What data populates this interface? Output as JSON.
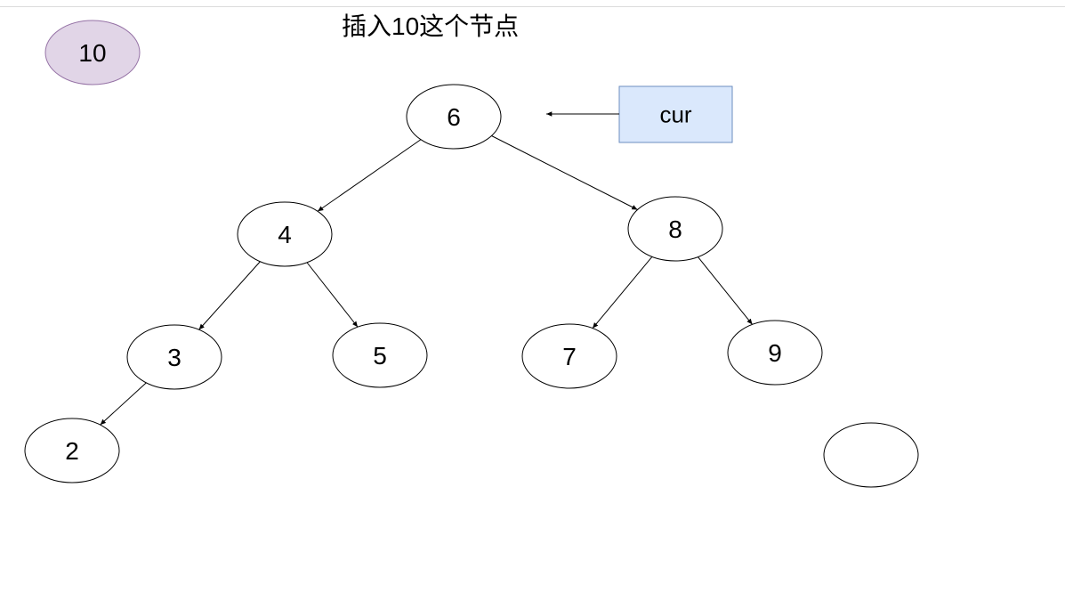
{
  "title": "插入10这个节点",
  "new_node": {
    "label": "10",
    "fill": "#e1d5e7",
    "stroke": "#9673a6"
  },
  "pointer": {
    "label": "cur",
    "fill": "#dae8fc",
    "stroke": "#6c8ebf"
  },
  "nodes": [
    {
      "id": "6",
      "label": "6"
    },
    {
      "id": "4",
      "label": "4"
    },
    {
      "id": "8",
      "label": "8"
    },
    {
      "id": "3",
      "label": "3"
    },
    {
      "id": "5",
      "label": "5"
    },
    {
      "id": "7",
      "label": "7"
    },
    {
      "id": "9",
      "label": "9"
    },
    {
      "id": "2",
      "label": "2"
    },
    {
      "id": "empty",
      "label": ""
    }
  ],
  "edges": [
    {
      "from": "6",
      "to": "4"
    },
    {
      "from": "6",
      "to": "8"
    },
    {
      "from": "4",
      "to": "3"
    },
    {
      "from": "4",
      "to": "5"
    },
    {
      "from": "8",
      "to": "7"
    },
    {
      "from": "8",
      "to": "9"
    },
    {
      "from": "3",
      "to": "2"
    }
  ],
  "pointer_target": "6"
}
